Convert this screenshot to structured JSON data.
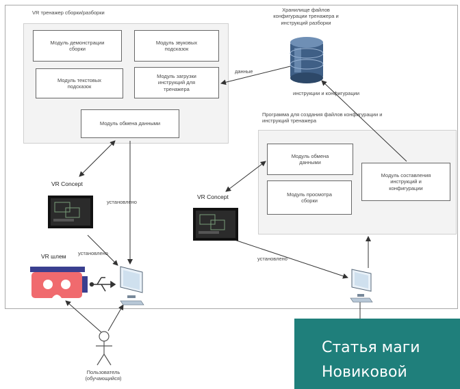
{
  "diagram": {
    "trainer_title": "VR тренажер сборки/разборки",
    "storage_label": [
      "Хранилище файлов",
      "конфигурации тренажера и",
      "инструкций разборки"
    ],
    "modules_trainer": {
      "demo": [
        "Модуль демонстрации",
        "сборки"
      ],
      "sound": [
        "Модуль звуковых",
        "подсказок"
      ],
      "text": [
        "Модуль текстовых",
        "подсказок"
      ],
      "load": [
        "Модуль загрузки",
        "инструкций для",
        "тренажера"
      ],
      "exchange": "Модуль обмена данными"
    },
    "program_title": [
      "Программа для создания файлов конфигурации и",
      "инструкций тренажера"
    ],
    "modules_program": {
      "exchange": [
        "Модуль обмена",
        "данными"
      ],
      "view": [
        "Модуль просмотра",
        "сборки"
      ],
      "compose": [
        "Модуль составления",
        "инструкций и",
        "конфигурации"
      ]
    },
    "edge_labels": {
      "data": "данные",
      "instructions": "инструкции и конфигурации",
      "installed_1": "установлено",
      "installed_2": "установлено",
      "installed_3": "установлено"
    },
    "vr_concept_left": "VR Concept",
    "vr_concept_right": "VR Concept",
    "vr_helmet": "VR шлем",
    "user": [
      "Пользователь",
      "(обучающийся)"
    ]
  },
  "overlay": {
    "line1": "Статья маги",
    "line2": "Новиковой"
  },
  "colors": {
    "badge": "#1f7f7b",
    "helmet": "#f06a6e",
    "db_blue": "#3f5f86"
  }
}
